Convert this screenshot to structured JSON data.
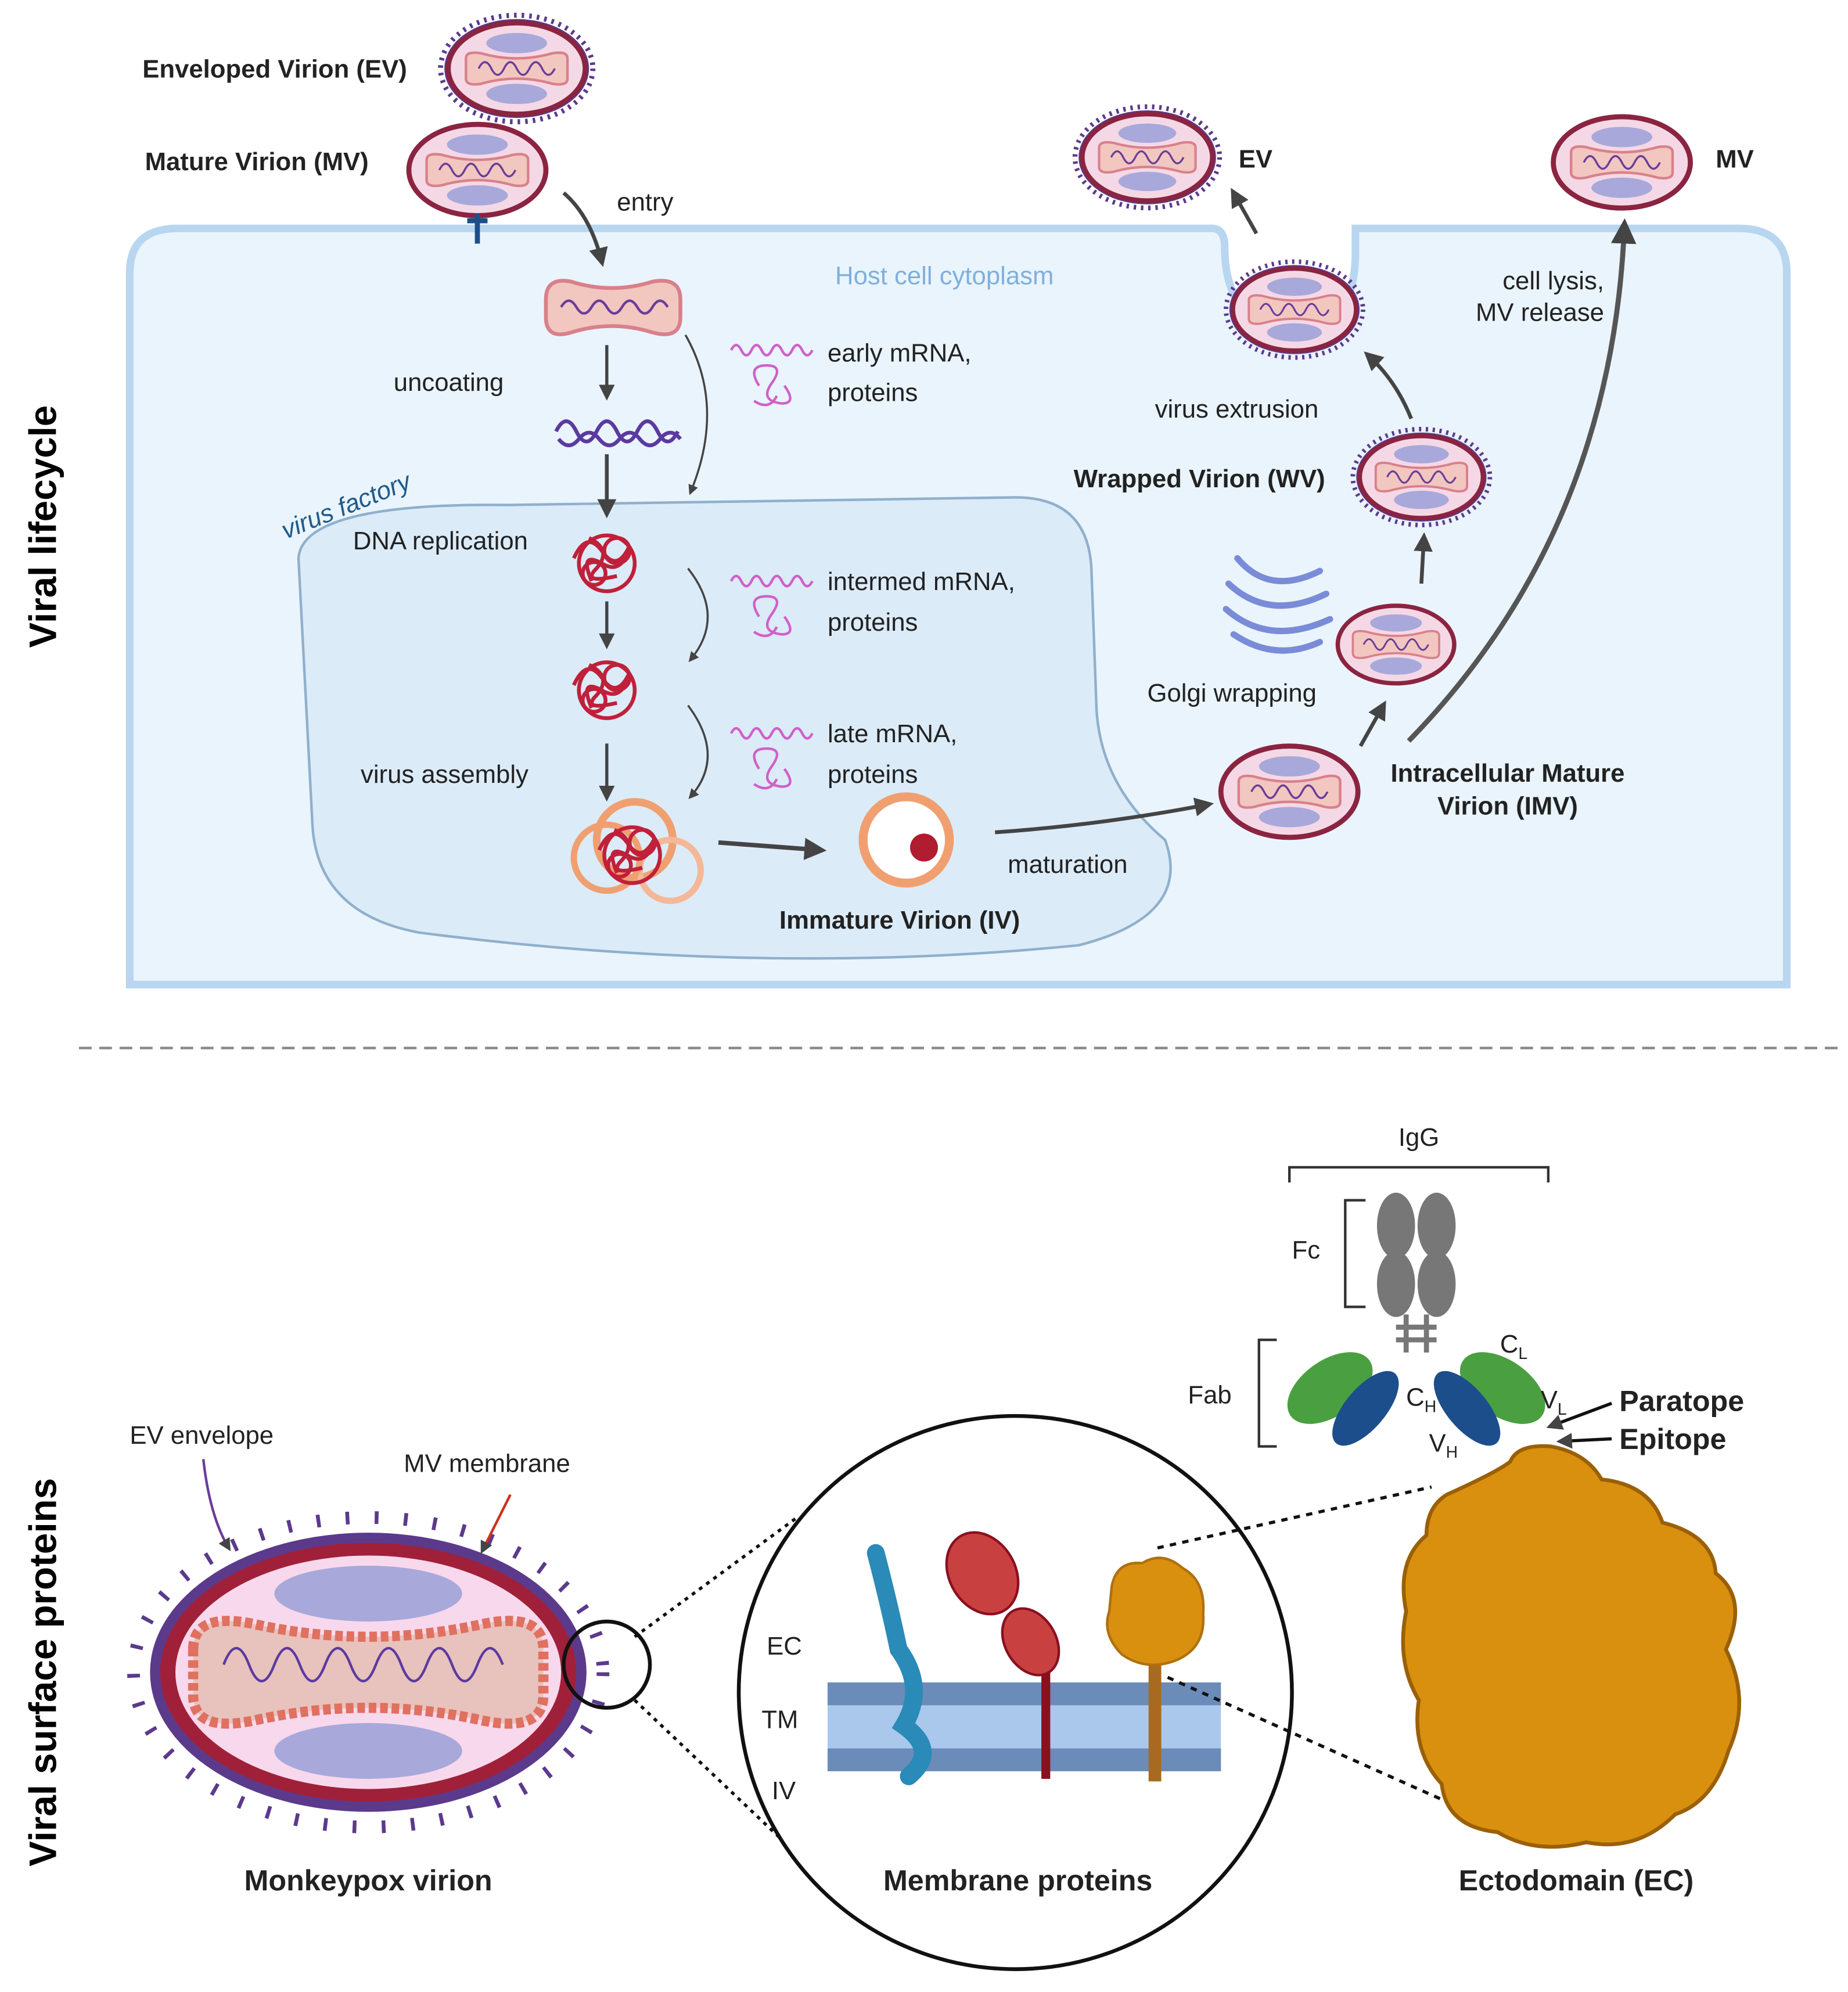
{
  "sections": {
    "lifecycle_title": "Viral lifecycle",
    "surface_title": "Viral surface proteins"
  },
  "lifecycle": {
    "enveloped_virion": "Enveloped Virion (EV)",
    "mature_virion": "Mature Virion (MV)",
    "entry": "entry",
    "host_cell": "Host cell cytoplasm",
    "uncoating": "uncoating",
    "early_mrna": "early mRNA,",
    "early_proteins": "proteins",
    "virus_factory": "virus factory",
    "dna_replication": "DNA replication",
    "intermed_mrna": "intermed mRNA,",
    "intermed_proteins": "proteins",
    "late_mrna": "late mRNA,",
    "late_proteins": "proteins",
    "virus_assembly": "virus assembly",
    "immature_virion": "Immature Virion (IV)",
    "maturation": "maturation",
    "ev_out": "EV",
    "mv_out": "MV",
    "cell_lysis_1": "cell lysis,",
    "cell_lysis_2": "MV release",
    "virus_extrusion": "virus extrusion",
    "wrapped_virion": "Wrapped Virion (WV)",
    "golgi_wrapping": "Golgi wrapping",
    "imv_1": "Intracellular Mature",
    "imv_2": "Virion (IMV)"
  },
  "surface": {
    "ev_envelope": "EV envelope",
    "mv_membrane": "MV membrane",
    "monkeypox_virion": "Monkeypox virion",
    "membrane_proteins": "Membrane proteins",
    "ec": "EC",
    "tm": "TM",
    "iv": "IV",
    "ectodomain": "Ectodomain (EC)",
    "igg": "IgG",
    "fc": "Fc",
    "fab": "Fab",
    "cl": {
      "main": "C",
      "sub": "L"
    },
    "ch": {
      "main": "C",
      "sub": "H"
    },
    "vl": {
      "main": "V",
      "sub": "L"
    },
    "vh": {
      "main": "V",
      "sub": "H"
    },
    "paratope": "Paratope",
    "epitope": "Epitope"
  },
  "colors": {
    "cell_membrane": "#b8d6f0",
    "cytoplasm": "#eaf4fc",
    "virion_outline": "#8a2440",
    "envelope": "#5b3a8c",
    "dna": "#c0203a",
    "mrna": "#d060c8",
    "antibody_green": "#4aa040",
    "antibody_blue": "#1d4e8c",
    "antibody_grey": "#7a7a7a",
    "ectodomain": "#d9900f"
  }
}
